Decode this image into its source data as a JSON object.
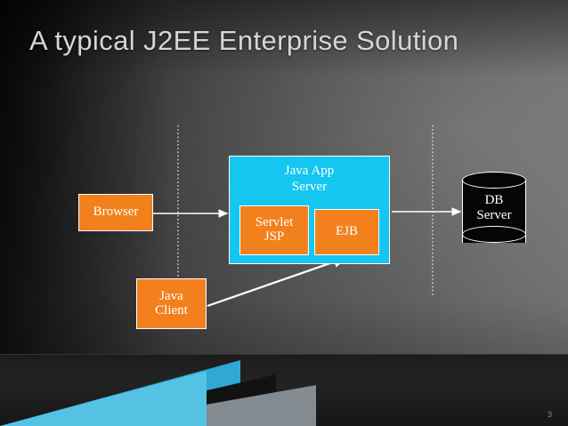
{
  "slide": {
    "title": "A typical J2EE Enterprise Solution",
    "number": "3",
    "theme": {
      "accent_cyan": "#14C6F0",
      "accent_orange": "#F2811D",
      "title_color": "#D6D6D6",
      "connector_color": "#FFFFFF",
      "background": "dark-gray-gradient"
    }
  },
  "diagram": {
    "nodes": {
      "browser": {
        "label": "Browser",
        "shape": "rectangle",
        "fill": "#F2811D"
      },
      "java_client": {
        "label": "Java\nClient",
        "line1": "Java",
        "line2": "Client",
        "shape": "rectangle",
        "fill": "#F2811D"
      },
      "app_server": {
        "label": "Java App Server",
        "line1": "Java App",
        "line2": "Server",
        "shape": "rectangle",
        "fill": "#14C6F0"
      },
      "servlet_jsp": {
        "label": "Servlet JSP",
        "line1": "Servlet",
        "line2": "JSP",
        "shape": "rectangle",
        "fill": "#F2811D"
      },
      "ejb": {
        "label": "EJB",
        "shape": "rectangle",
        "fill": "#F2811D"
      },
      "db_server": {
        "label": "DB Server",
        "line1": "DB",
        "line2": "Server",
        "shape": "cylinder",
        "fill": "#050505"
      }
    },
    "connectors": [
      {
        "name": "browser-to-app-server",
        "from": "browser",
        "to": "app_server",
        "style": "solid-arrow"
      },
      {
        "name": "app-server-to-db-server",
        "from": "app_server",
        "to": "db_server",
        "style": "solid-arrow"
      },
      {
        "name": "java-client-to-ejb",
        "from": "java_client",
        "to": "ejb",
        "style": "solid-arrow-diagonal"
      }
    ],
    "tier_dividers": [
      {
        "name": "client-tier-divider",
        "style": "dotted-vertical"
      },
      {
        "name": "data-tier-divider",
        "style": "dotted-vertical"
      }
    ]
  }
}
